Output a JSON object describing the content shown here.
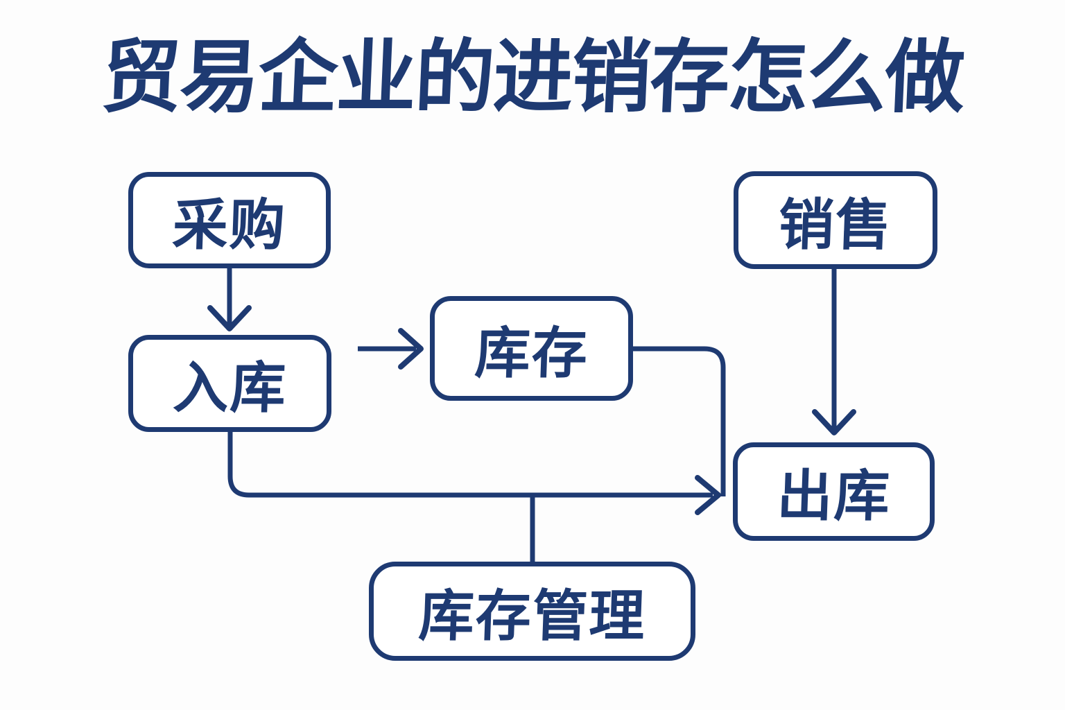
{
  "title": "贸易企业的进销存怎么做",
  "colors": {
    "ink": "#1e3a72",
    "background": "#fdfdfd",
    "node_fill": "#ffffff"
  },
  "nodes": [
    {
      "id": "caigou",
      "label": "采购"
    },
    {
      "id": "xiaoshou",
      "label": "销售"
    },
    {
      "id": "ruku",
      "label": "入库"
    },
    {
      "id": "kucun",
      "label": "库存"
    },
    {
      "id": "chuku",
      "label": "出库"
    },
    {
      "id": "kucunguanli",
      "label": "库存管理"
    }
  ],
  "edges": [
    {
      "from": "采购",
      "to": "入库",
      "arrowhead": true
    },
    {
      "from": "入库",
      "to": "库存",
      "arrowhead": true
    },
    {
      "from": "销售",
      "to": "出库",
      "arrowhead": true
    },
    {
      "from": "入库",
      "to": "出库",
      "arrowhead": true
    },
    {
      "from": "库存",
      "to": "出库",
      "arrowhead": false
    },
    {
      "from": "库存管理",
      "to": "入库—出库连线",
      "arrowhead": false
    }
  ]
}
